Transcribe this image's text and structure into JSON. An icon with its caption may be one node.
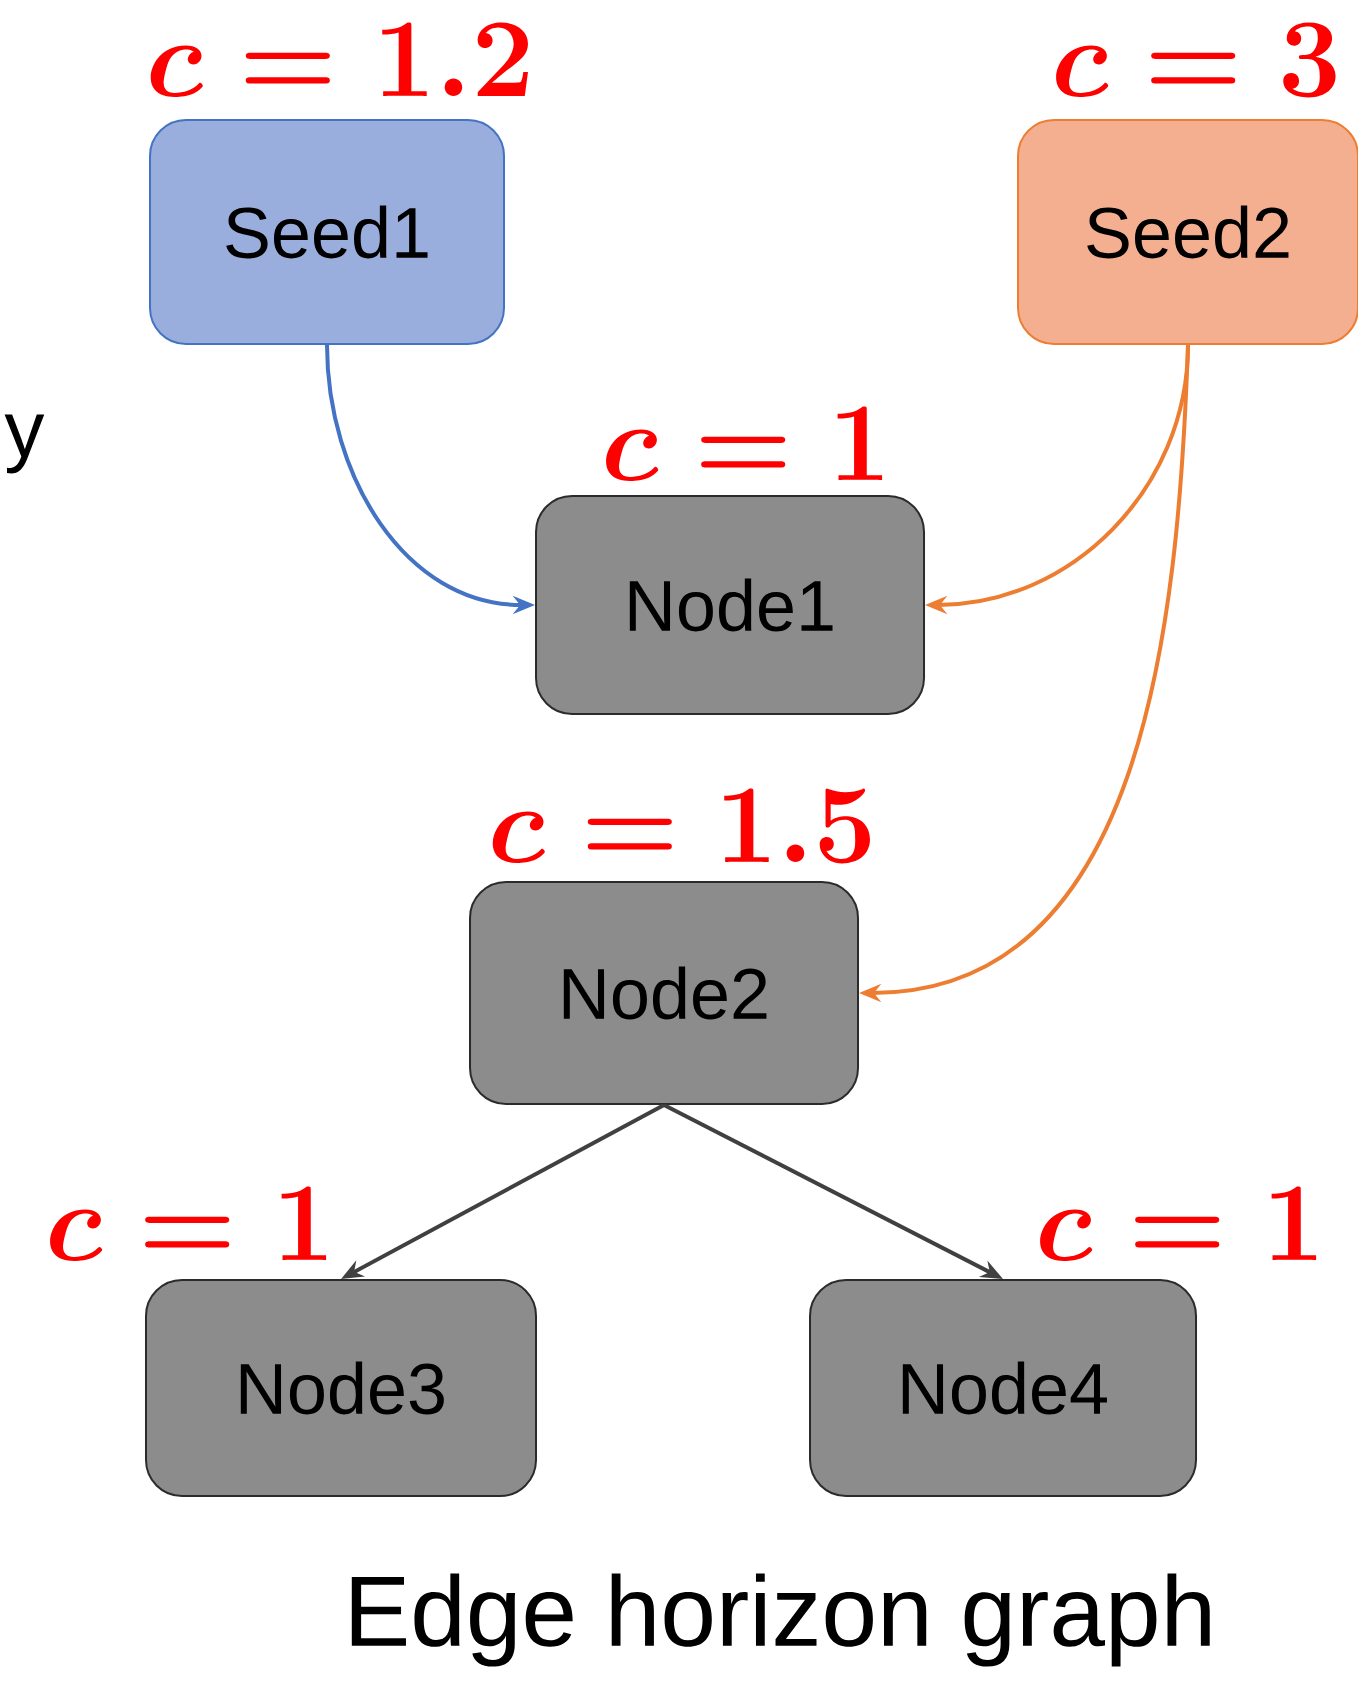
{
  "diagram": {
    "caption": "Edge horizon graph",
    "nodes": [
      {
        "text": [
          "Seed1"
        ],
        "beside": [
          "c = \\mathbf{1.2}"
        ]
      },
      {
        "text": [
          "Seed2"
        ],
        "beside": [
          "c = \\mathbf{3}"
        ]
      },
      {
        "text": [
          "Node1"
        ],
        "beside": [
          "c = \\mathbf{1}"
        ]
      },
      {
        "text": [
          "Node2"
        ],
        "beside": [
          "c = \\mathbf{1.5}"
        ]
      },
      {
        "text": [
          "Node3"
        ],
        "beside": [
          "c = \\mathbf{1}"
        ]
      },
      {
        "text": [
          "Node4"
        ],
        "beside": [
          "c = \\mathbf{1}"
        ]
      }
    ],
    "edges": [
      {
        "from": 0,
        "to": 2,
        "arrow": "to",
        "color": "#4472c4"
      },
      {
        "from": 1,
        "to": 2,
        "arrow": "to",
        "color": "#ed7d31"
      },
      {
        "from": 1,
        "to": 3,
        "arrow": "to",
        "color": "#ed7d31"
      },
      {
        "from": 3,
        "to": 4,
        "arrow": "to",
        "color": "#404040"
      },
      {
        "from": 3,
        "to": 5,
        "arrow": "to",
        "color": "#404040"
      }
    ],
    "labels": [
      "y"
    ]
  }
}
